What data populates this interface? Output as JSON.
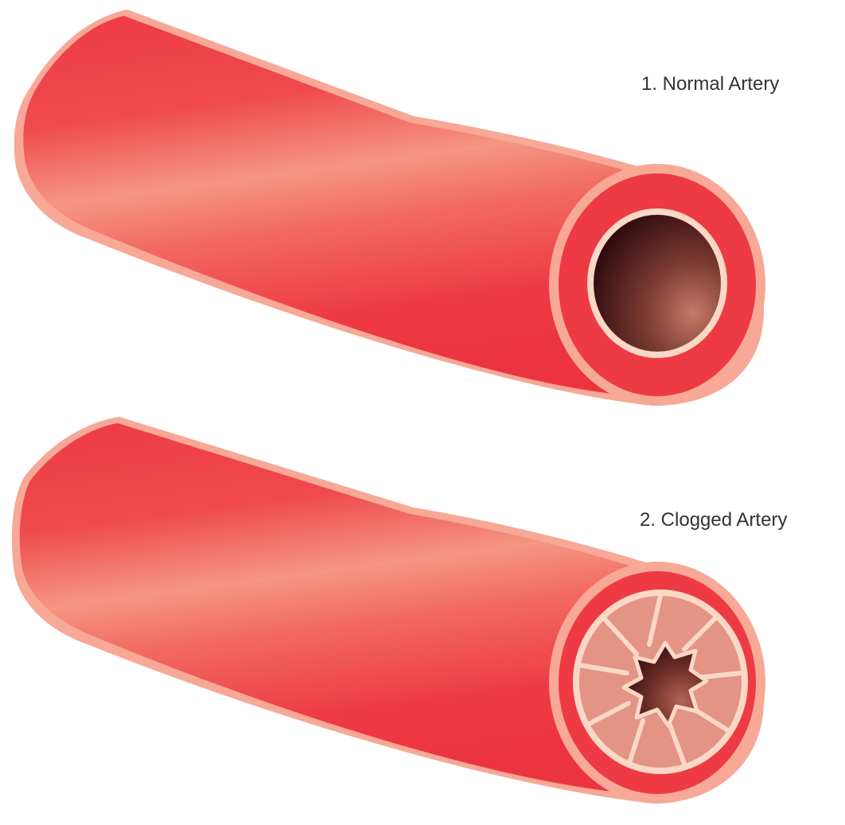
{
  "labels": {
    "normal": "1.  Normal Artery",
    "clogged": "2.  Clogged Artery"
  },
  "colors": {
    "wall_outer": "#ee3a45",
    "wall_highlight": "#f69a8c",
    "wall_light": "#f7a896",
    "lumen_dark": "#3a0c10",
    "lumen_light": "#b86a5c",
    "plaque_fill": "#e39484",
    "plaque_edge": "#fbd8c6"
  },
  "icons": {
    "normal": "normal-artery-illustration",
    "clogged": "clogged-artery-illustration"
  }
}
